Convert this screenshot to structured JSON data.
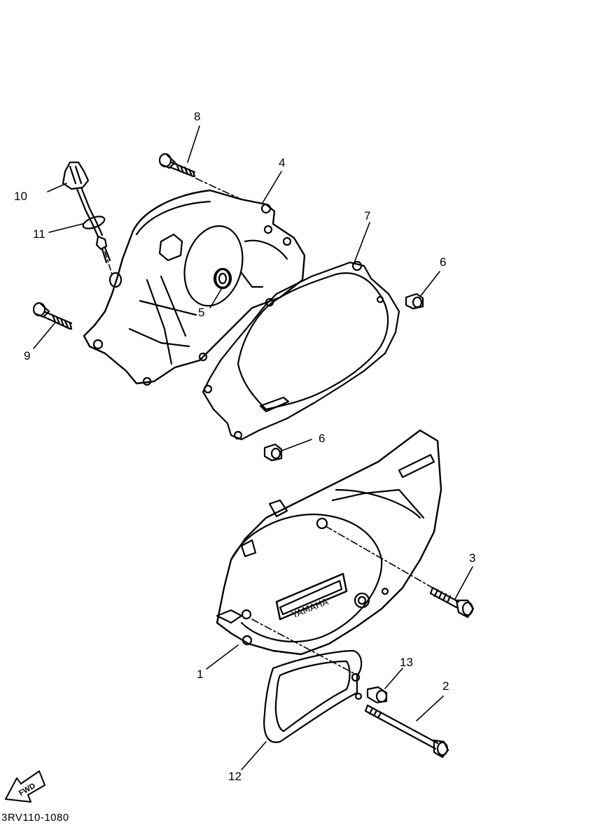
{
  "diagram": {
    "part_code": "3RV110-1080",
    "direction_label": "FWD",
    "brand_emboss": "YAMAHA",
    "callouts": [
      {
        "id": "c1",
        "label": "1"
      },
      {
        "id": "c2",
        "label": "2"
      },
      {
        "id": "c3",
        "label": "3"
      },
      {
        "id": "c4",
        "label": "4"
      },
      {
        "id": "c5",
        "label": "5"
      },
      {
        "id": "c6a",
        "label": "6"
      },
      {
        "id": "c6b",
        "label": "6"
      },
      {
        "id": "c7",
        "label": "7"
      },
      {
        "id": "c8",
        "label": "8"
      },
      {
        "id": "c9",
        "label": "9"
      },
      {
        "id": "c10",
        "label": "10"
      },
      {
        "id": "c11",
        "label": "11"
      },
      {
        "id": "c12",
        "label": "12"
      },
      {
        "id": "c13",
        "label": "13"
      }
    ]
  }
}
